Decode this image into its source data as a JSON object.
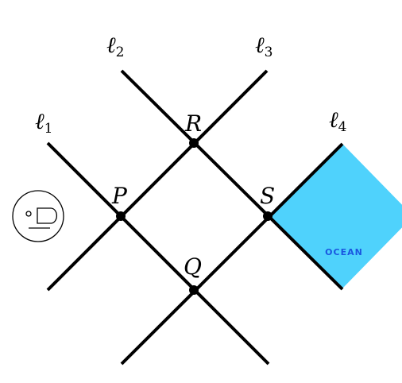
{
  "lines": [
    {
      "id": "l1",
      "symbol": "ℓ",
      "subscript": "1"
    },
    {
      "id": "l2",
      "symbol": "ℓ",
      "subscript": "2"
    },
    {
      "id": "l3",
      "symbol": "ℓ",
      "subscript": "3"
    },
    {
      "id": "l4",
      "symbol": "ℓ",
      "subscript": "4"
    }
  ],
  "points": {
    "P": "P",
    "Q": "Q",
    "R": "R",
    "S": "S"
  },
  "ocean": {
    "label": "OCEAN",
    "fill_color": "#4fd2fc",
    "text_color": "#1a56e0"
  },
  "colors": {
    "stroke": "#000000",
    "background": "#ffffff"
  },
  "icons": {
    "face": "pirate-face-icon"
  }
}
